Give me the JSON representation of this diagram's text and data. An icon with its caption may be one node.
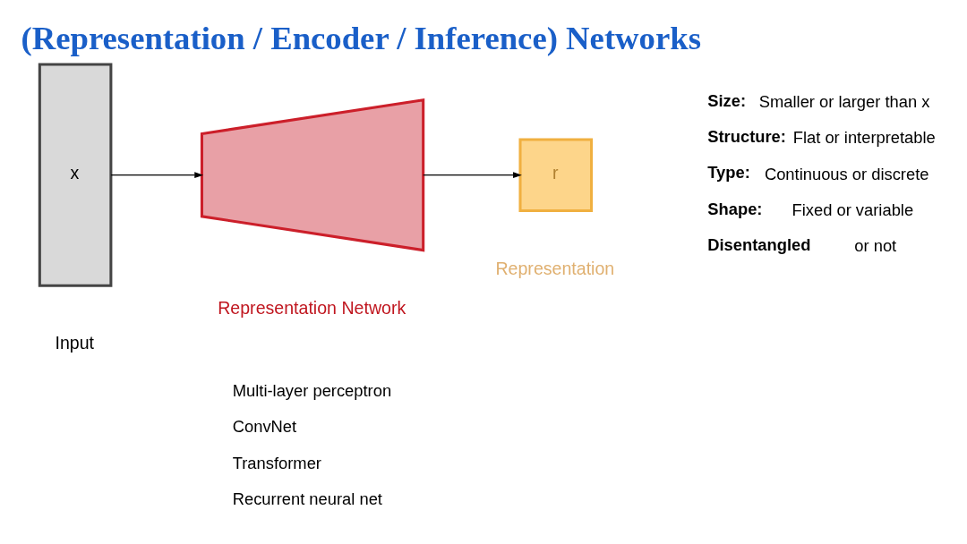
{
  "diagram": {
    "title": "(Representation / Encoder / Inference) Networks",
    "nodes": [
      {
        "text": [
          "x"
        ],
        "beside": [
          "Input"
        ]
      },
      {
        "text": [],
        "shape": "trapezoid",
        "beside": [
          "Representation Network"
        ]
      },
      {
        "text": [
          "r"
        ],
        "beside": [
          "Representation"
        ]
      }
    ],
    "edges": [
      {
        "from": 0,
        "to": 1,
        "arrow": "to"
      },
      {
        "from": 1,
        "to": 2,
        "arrow": "to"
      }
    ],
    "labels": [
      "**Size:** Smaller or larger than x",
      "**Structure:** Flat or interpretable",
      "**Type:** Continuous or discrete",
      "**Shape:** Fixed or variable",
      "**Disentangled** or not",
      "Multi-layer perceptron",
      "ConvNet",
      "Transformer",
      "Recurrent neural net"
    ]
  }
}
